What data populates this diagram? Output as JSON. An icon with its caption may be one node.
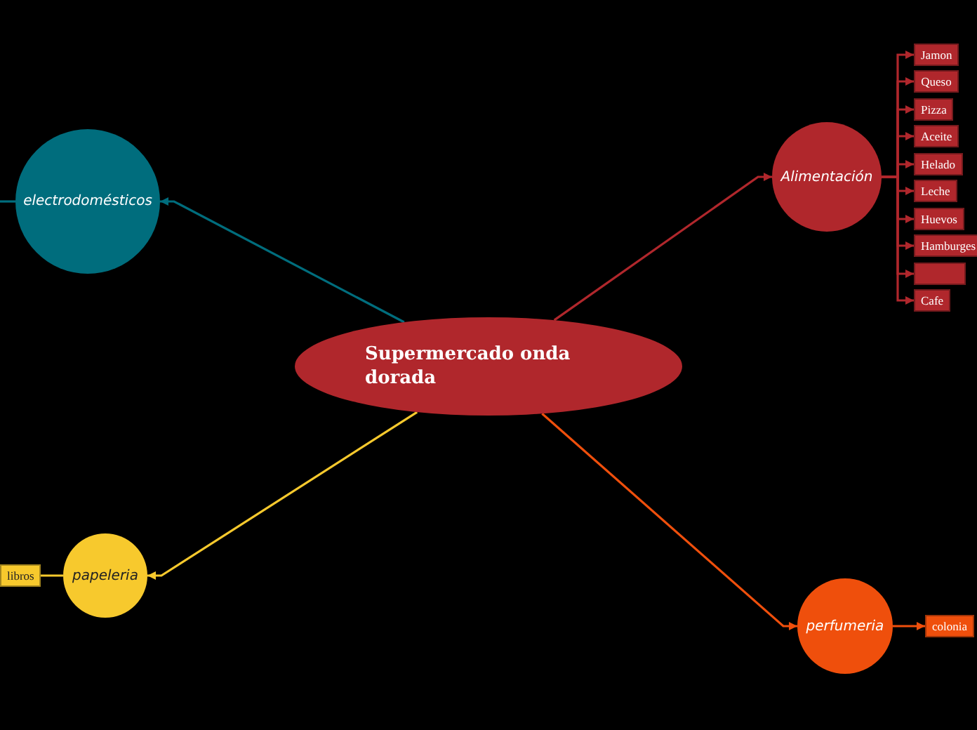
{
  "diagram": {
    "nodes": [
      {
        "text": [
          "Supermercado onda dorada"
        ]
      },
      {
        "text": [
          "electrodomésticos"
        ]
      },
      {
        "text": [
          "Alimentación"
        ]
      },
      {
        "text": [
          "Jamon"
        ]
      },
      {
        "text": [
          "Queso"
        ]
      },
      {
        "text": [
          "Pizza"
        ]
      },
      {
        "text": [
          "Aceite"
        ]
      },
      {
        "text": [
          "Helado"
        ]
      },
      {
        "text": [
          "Leche"
        ]
      },
      {
        "text": [
          "Huevos"
        ]
      },
      {
        "text": [
          "Hamburges"
        ]
      },
      {
        "text": [],
        "shape": "box"
      },
      {
        "text": [
          "Cafe"
        ]
      },
      {
        "text": [
          "papeleria"
        ]
      },
      {
        "text": [
          "libros"
        ]
      },
      {
        "text": [
          "perfumeria"
        ]
      },
      {
        "text": [
          "colonia"
        ]
      }
    ],
    "edges": [
      {
        "from": 0,
        "to": 1,
        "arrow": "to",
        "color": "#006d7d"
      },
      {
        "from": 1,
        "to": null,
        "arrow": "none",
        "color": "#006d7d"
      },
      {
        "from": 0,
        "to": 2,
        "arrow": "to"
      },
      {
        "from": 2,
        "to": 3,
        "arrow": "to"
      },
      {
        "from": 2,
        "to": 4,
        "arrow": "to"
      },
      {
        "from": 2,
        "to": 5,
        "arrow": "to"
      },
      {
        "from": 2,
        "to": 6,
        "arrow": "to"
      },
      {
        "from": 2,
        "to": 7,
        "arrow": "to"
      },
      {
        "from": 2,
        "to": 8,
        "arrow": "to"
      },
      {
        "from": 2,
        "to": 9,
        "arrow": "to"
      },
      {
        "from": 2,
        "to": 10,
        "arrow": "to"
      },
      {
        "from": 2,
        "to": 11,
        "arrow": "to"
      },
      {
        "from": 2,
        "to": 12,
        "arrow": "to"
      },
      {
        "from": 0,
        "to": 13,
        "arrow": "to",
        "color": "#f7c92d"
      },
      {
        "from": 13,
        "to": 14,
        "arrow": "to",
        "color": "#f7c92d"
      },
      {
        "from": 0,
        "to": 15,
        "arrow": "to",
        "color": "#ef4f0c"
      },
      {
        "from": 15,
        "to": 16,
        "arrow": "to",
        "color": "#ef4f0c"
      }
    ]
  }
}
